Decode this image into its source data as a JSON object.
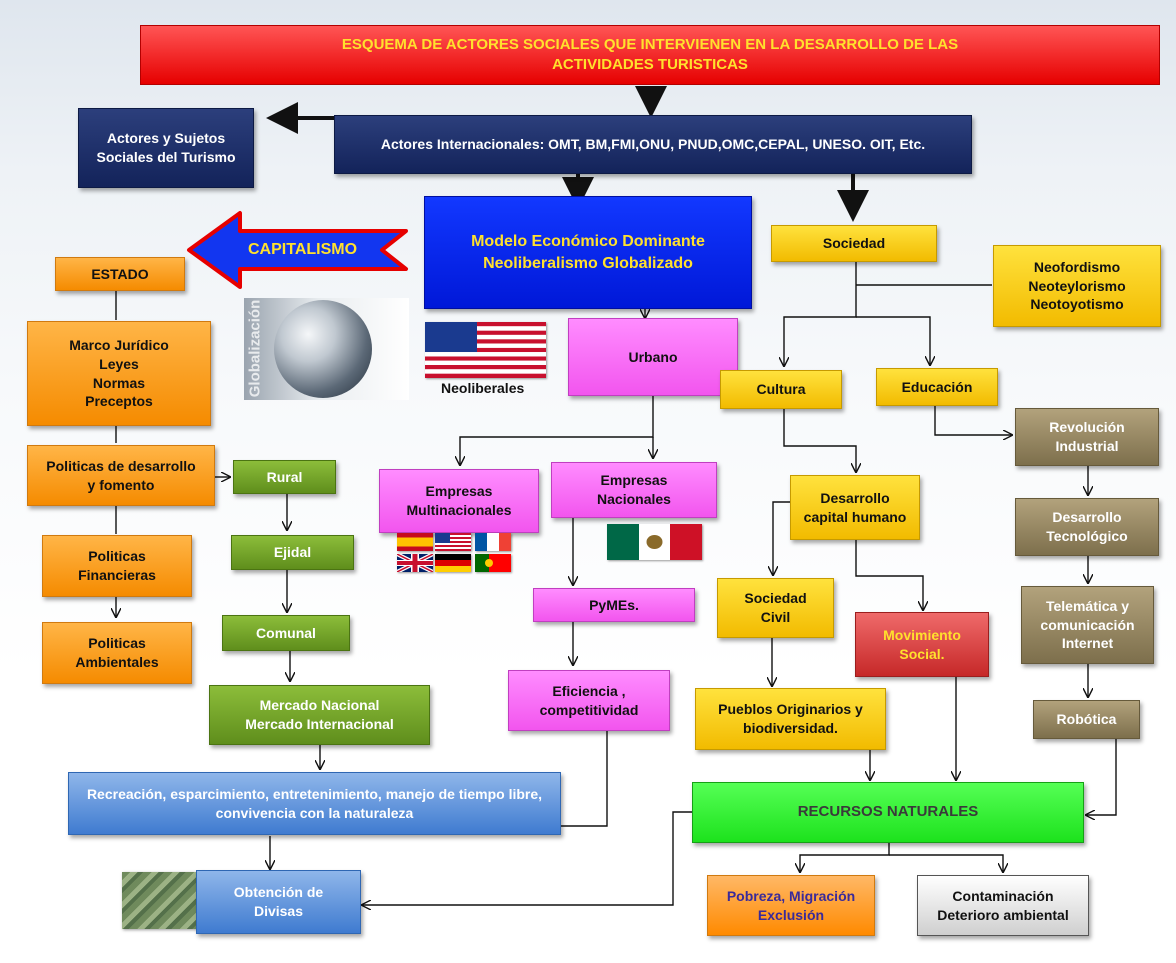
{
  "title": "ESQUEMA DE ACTORES SOCIALES QUE INTERVIENEN EN LA DESARROLLO DE LAS\nACTIVIDADES TURISTICAS",
  "actores_internacionales": "Actores  Internacionales: OMT, BM,FMI,ONU, PNUD,OMC,CEPAL, UNESO. OIT, Etc.",
  "actores_sujetos": "Actores y Sujetos\nSociales  del Turismo",
  "capitalismo": "CAPITALISMO",
  "modelo": "Modelo Económico  Dominante\nNeoliberalismo Globalizado",
  "globe_caption": "Globalización",
  "neoliberales": "Neoliberales",
  "urbano": "Urbano",
  "sociedad": "Sociedad",
  "neofordismo": "Neofordismo\nNeoteylorismo\nNeotoyotismo",
  "cultura": "Cultura",
  "educacion": "Educación",
  "estado": "ESTADO",
  "marco_juridico": "Marco Jurídico\nLeyes\nNormas\nPreceptos",
  "politicas_desarrollo": "Politicas de desarrollo\ny fomento",
  "politicas_financieras": "Politicas\nFinancieras",
  "politicas_ambientales": "Politicas\nAmbientales",
  "rural": "Rural",
  "ejidal": "Ejidal",
  "comunal": "Comunal",
  "mercado": "Mercado Nacional\nMercado Internacional",
  "recreacion": "Recreación, esparcimiento, entretenimiento, manejo de tiempo libre,\nconvivencia con la naturaleza",
  "divisas": "Obtención de\nDivisas",
  "multinacionales": "Empresas\nMultinacionales",
  "nacionales": "Empresas\nNacionales",
  "pymes": "PyMEs.",
  "eficiencia": "Eficiencia ,\ncompetitividad",
  "desarrollo_capital": "Desarrollo\ncapital humano",
  "sociedad_civil": "Sociedad\nCivil",
  "movimiento": "Movimiento\nSocial.",
  "pueblos": "Pueblos Originarios y\nbiodiversidad.",
  "revolucion": "Revolución\nIndustrial",
  "desarrollo_tec": "Desarrollo\nTecnológico",
  "telematica": "Telemática y\ncomunicación\nInternet",
  "robotica": "Robótica",
  "recursos": "RECURSOS  NATURALES",
  "pobreza": "Pobreza, Migración\nExclusión",
  "contaminacion": "Contaminación\nDeterioro ambiental",
  "colors": {
    "title_bg": "#ff1a1a",
    "title_text": "#ffe12d",
    "model_bg": "#0a22f0",
    "navy": "#1b2d66",
    "orange": "#ff9a1a",
    "yellow": "#ffd21a",
    "pink": "#ff6cf8",
    "green": "#6f9e25",
    "olive": "#8f8260",
    "lime": "#33ff33",
    "arrow_blue": "#0a22f0",
    "arrow_outline": "#e60000"
  }
}
